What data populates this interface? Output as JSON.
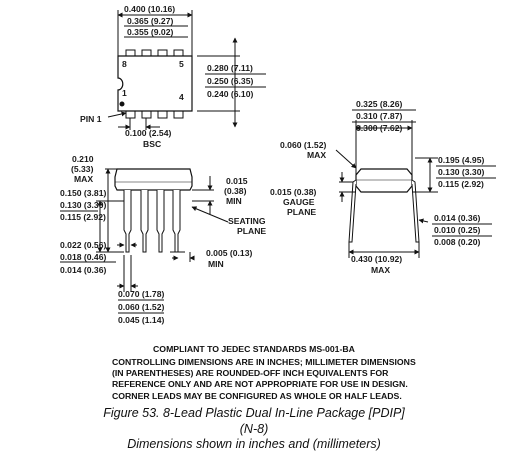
{
  "top_view": {
    "width_max": "0.400 (10.16)",
    "width_nom": "0.365 (9.27)",
    "width_min": "0.355 (9.02)",
    "height_max": "0.280 (7.11)",
    "height_nom": "0.250 (6.35)",
    "height_min": "0.240 (6.10)",
    "pin_8": "8",
    "pin_5": "5",
    "pin_1": "1",
    "pin_4": "4",
    "pin1_label": "PIN 1",
    "pitch": "0.100 (2.54)",
    "pitch_note": "BSC"
  },
  "side_view": {
    "height_max": "0.210",
    "height_max_mm": "(5.33)",
    "height_max_note": "MAX",
    "lead_max": "0.150 (3.81)",
    "lead_nom": "0.130 (3.30)",
    "lead_min": "0.115 (2.92)",
    "standoff_max": "0.015",
    "standoff_max_mm": "(0.38)",
    "standoff_note": "MIN",
    "seating_1": "SEATING",
    "seating_2": "PLANE",
    "lead_w_max": "0.022 (0.56)",
    "lead_w_nom": "0.018 (0.46)",
    "lead_w_min": "0.014 (0.36)",
    "end_gap": "0.005 (0.13)",
    "end_gap_note": "MIN",
    "shoulder_max": "0.070 (1.78)",
    "shoulder_nom": "0.060 (1.52)",
    "shoulder_min": "0.045 (1.14)"
  },
  "end_view": {
    "row_max": "0.325 (8.26)",
    "row_nom": "0.310 (7.87)",
    "row_min": "0.300 (7.62)",
    "chamfer": "0.060 (1.52)",
    "chamfer_note": "MAX",
    "gauge_val": "0.015 (0.38)",
    "gauge_1": "GAUGE",
    "gauge_2": "PLANE",
    "lead_len_max": "0.195 (4.95)",
    "lead_len_nom": "0.130 (3.30)",
    "lead_len_min": "0.115 (2.92)",
    "thick_max": "0.014 (0.36)",
    "thick_nom": "0.010 (0.25)",
    "thick_min": "0.008 (0.20)",
    "spread": "0.430 (10.92)",
    "spread_note": "MAX"
  },
  "notes": {
    "compliant": "COMPLIANT TO JEDEC STANDARDS MS-001-BA",
    "lines": [
      "CONTROLLING DIMENSIONS ARE IN INCHES; MILLIMETER DIMENSIONS",
      "(IN PARENTHESES) ARE ROUNDED-OFF INCH EQUIVALENTS FOR",
      "REFERENCE ONLY AND ARE NOT APPROPRIATE FOR USE IN DESIGN.",
      "CORNER LEADS MAY BE CONFIGURED AS WHOLE OR HALF LEADS."
    ]
  },
  "caption": {
    "title": "Figure 53. 8-Lead Plastic Dual In-Line Package [PDIP]",
    "subtitle": "(N-8)",
    "units": "Dimensions shown in inches and (millimeters)"
  }
}
